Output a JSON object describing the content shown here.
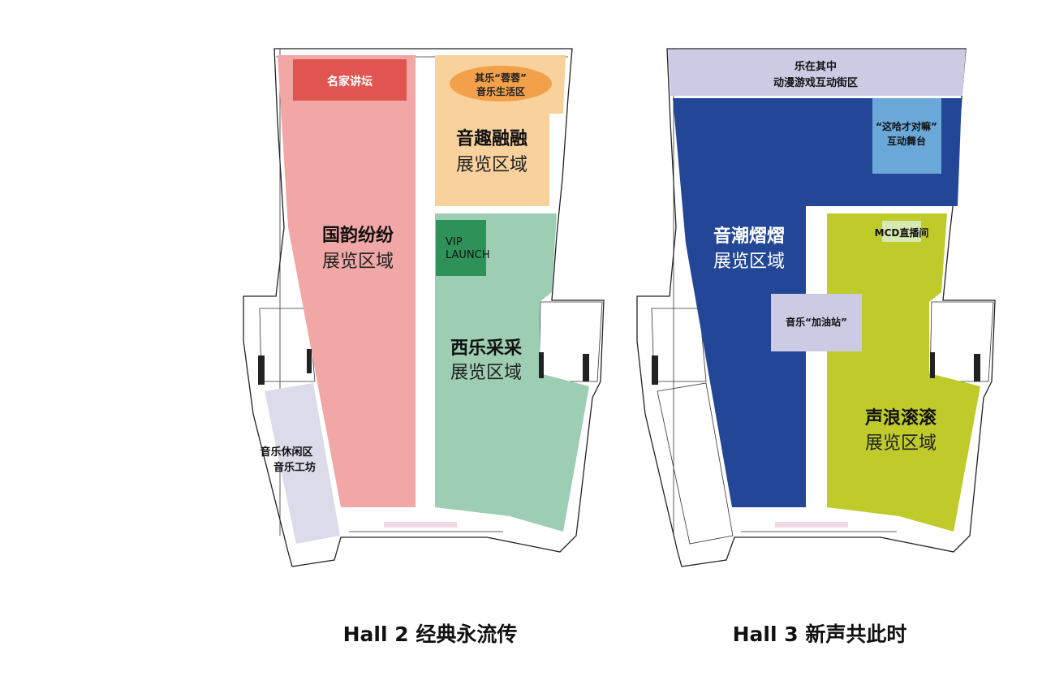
{
  "colors": {
    "guoyun": "#f1a7a6",
    "mingjia": "#e0554f",
    "qile": "#f2a14a",
    "yinqu": "#f8d19c",
    "xile": "#9dcdb3",
    "vip": "#2e9157",
    "xiuxian": "#dcdbea",
    "dongman": "#cdcbe4",
    "yinchao": "#234796",
    "zheha": "#6aa8d8",
    "jiayou": "#cdcbe4",
    "shenglang": "#bfca2b",
    "mcd": "#d7e8b0"
  },
  "hall2": {
    "caption": "Hall 2 经典永流传",
    "mingjia": "名家讲坛",
    "qile_line1": "其乐“蓉蓉”",
    "qile_line2": "音乐生活区",
    "yinqu_title": "音趣融融",
    "yinqu_sub": "展览区域",
    "guoyun_title": "国韵纷纷",
    "guoyun_sub": "展览区域",
    "vip_line1": "VIP",
    "vip_line2": "LAUNCH",
    "xile_title": "西乐采采",
    "xile_sub": "展览区域",
    "xiuxian_line1": "音乐休闲区",
    "xiuxian_line2": "音乐工坊"
  },
  "hall3": {
    "caption": "Hall 3 新声共此时",
    "dongman_line1": "乐在其中",
    "dongman_line2": "动漫游戏互动街区",
    "zheha_line1": "“这哈才对嘛”",
    "zheha_line2": "互动舞台",
    "yinchao_title": "音潮熠熠",
    "yinchao_sub": "展览区域",
    "mcd": "MCD直播间",
    "jiayou": "音乐“加油站”",
    "shenglang_title": "声浪滚滚",
    "shenglang_sub": "展览区域"
  }
}
